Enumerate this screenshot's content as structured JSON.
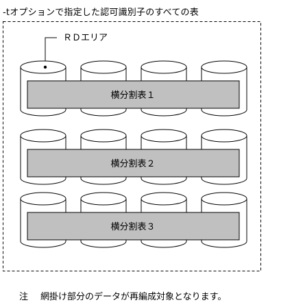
{
  "title": "-tオプションで指定した認可識別子のすべての表",
  "rd_area_label": "ＲＤエリア",
  "tables": [
    {
      "label": "横分割表１"
    },
    {
      "label": "横分割表２"
    },
    {
      "label": "横分割表３"
    }
  ],
  "note": {
    "prefix": "注",
    "text": "網掛け部分のデータが再編成対象となります。"
  },
  "colors": {
    "table_fill": "#c0c0c0",
    "line": "#000000",
    "background": "#ffffff"
  }
}
